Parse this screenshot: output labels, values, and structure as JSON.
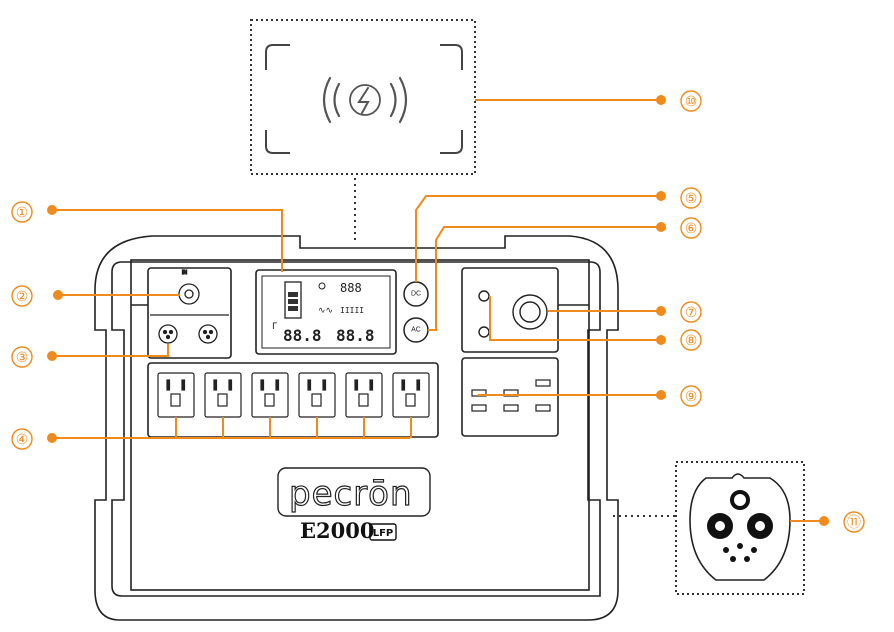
{
  "product": {
    "brand": "pecrōn",
    "model": "E2000",
    "battery_badge": "LFP"
  },
  "buttons": {
    "dc": "DC",
    "ac": "AC"
  },
  "callouts": [
    "①",
    "②",
    "③",
    "④",
    "⑤",
    "⑥",
    "⑦",
    "⑧",
    "⑨",
    "⑩",
    "⑪"
  ],
  "colors": {
    "callout": "#f08a1c",
    "outline": "#222222",
    "wireless_arcs": "#555555"
  },
  "icons": {
    "wireless": "wireless-charging-icon",
    "ev_port": "ev-charging-port-icon"
  }
}
